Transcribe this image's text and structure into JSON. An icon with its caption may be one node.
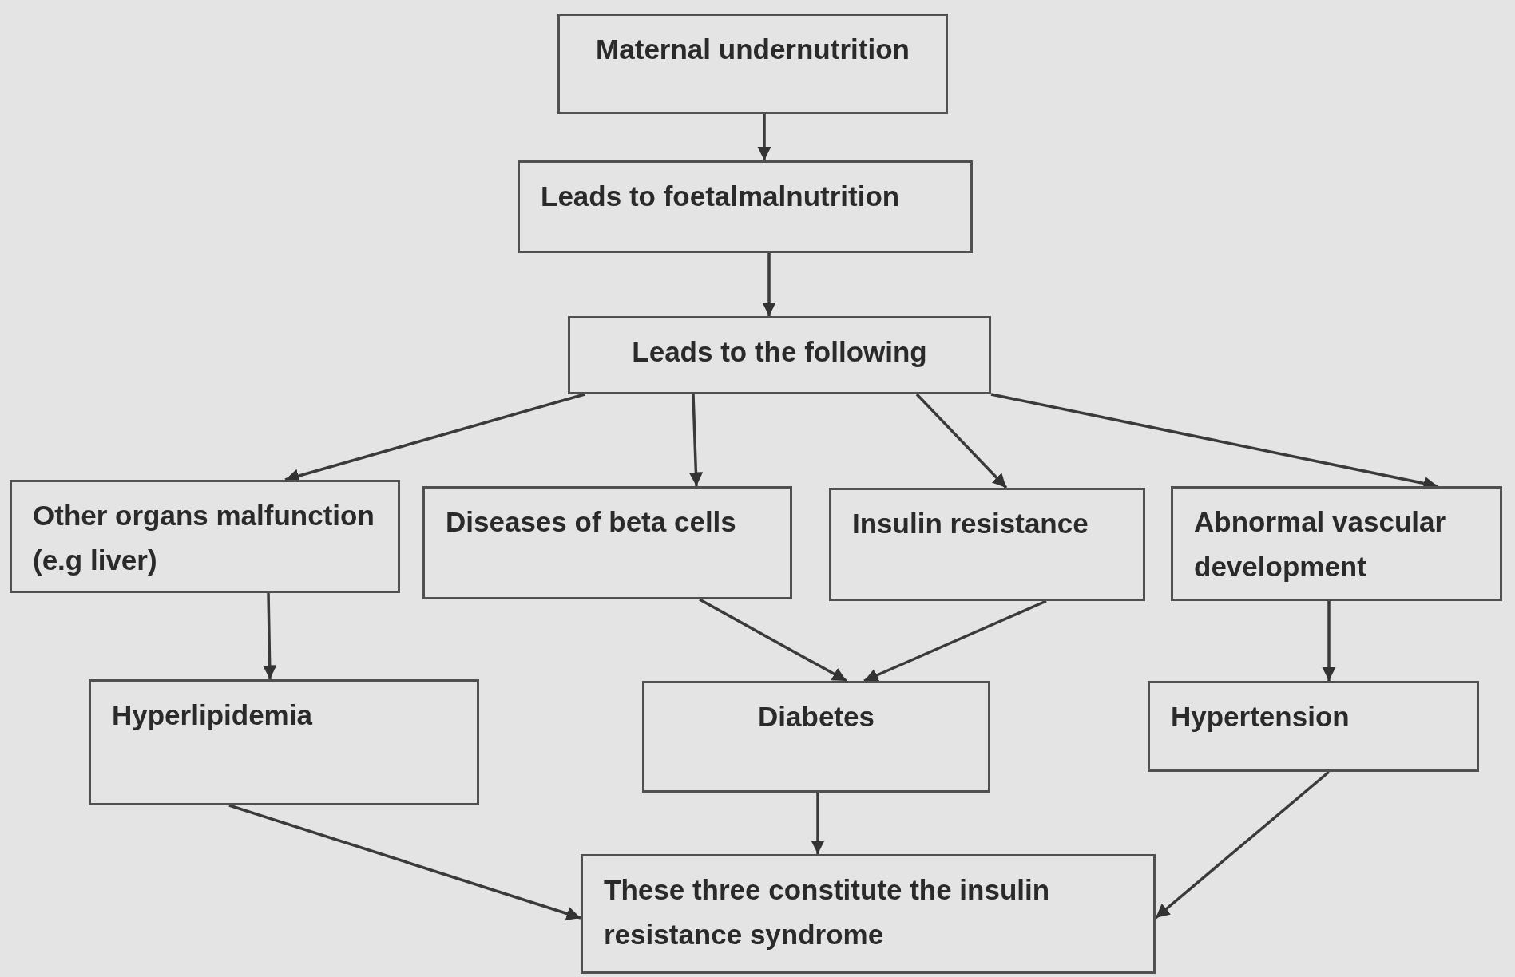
{
  "diagram": {
    "nodes": [
      {
        "text": [
          "Maternal undernutrition"
        ]
      },
      {
        "text": [
          "Leads to foetalmalnutrition"
        ]
      },
      {
        "text": [
          "Leads to the following"
        ]
      },
      {
        "text": [
          "Other organs malfunction (e.g liver)"
        ]
      },
      {
        "text": [
          "Diseases of beta cells"
        ]
      },
      {
        "text": [
          "Insulin resistance"
        ]
      },
      {
        "text": [
          "Abnormal vascular development"
        ]
      },
      {
        "text": [
          "Hyperlipidemia"
        ]
      },
      {
        "text": [
          "Diabetes"
        ]
      },
      {
        "text": [
          "Hypertension"
        ]
      },
      {
        "text": [
          "These three constitute the insulin resistance syndrome"
        ]
      }
    ],
    "edges": [
      {
        "from": 0,
        "to": 1,
        "arrow": "to"
      },
      {
        "from": 1,
        "to": 2,
        "arrow": "to"
      },
      {
        "from": 2,
        "to": 3,
        "arrow": "to"
      },
      {
        "from": 2,
        "to": 4,
        "arrow": "to"
      },
      {
        "from": 2,
        "to": 5,
        "arrow": "to"
      },
      {
        "from": 2,
        "to": 6,
        "arrow": "to"
      },
      {
        "from": 3,
        "to": 7,
        "arrow": "to"
      },
      {
        "from": 4,
        "to": 8,
        "arrow": "to"
      },
      {
        "from": 5,
        "to": 8,
        "arrow": "to"
      },
      {
        "from": 6,
        "to": 9,
        "arrow": "to"
      },
      {
        "from": 7,
        "to": 10,
        "arrow": "to"
      },
      {
        "from": 8,
        "to": 10,
        "arrow": "to"
      },
      {
        "from": 9,
        "to": 10,
        "arrow": "to"
      }
    ]
  }
}
